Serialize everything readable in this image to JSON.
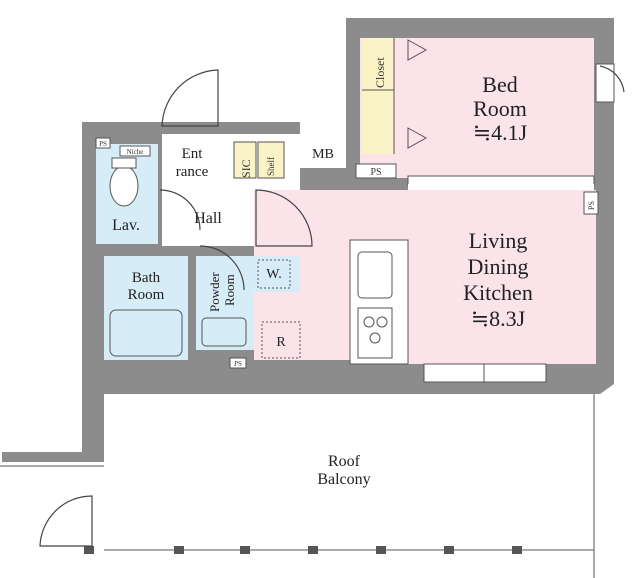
{
  "rooms": {
    "bedroom": {
      "name_line1": "Bed",
      "name_line2": "Room",
      "size": "≒4.1J"
    },
    "ldk": {
      "line1": "Living",
      "line2": "Dining",
      "line3": "Kitchen",
      "size": "≒8.3J"
    },
    "entrance": {
      "line1": "Ent",
      "line2": "rance"
    },
    "hall": "Hall",
    "lavatory": "Lav.",
    "bathroom": {
      "line1": "Bath",
      "line2": "Room"
    },
    "powder_room": {
      "line1": "Powder",
      "line2": "Room"
    },
    "roof_balcony": {
      "line1": "Roof",
      "line2": "Balcony"
    }
  },
  "fixtures": {
    "closet": "Closet",
    "sic": "SIC",
    "shelf": "Shelf",
    "mb": "MB",
    "ps_labels": [
      "PS",
      "PS",
      "PS",
      "PS"
    ],
    "niche": "Niche",
    "washer": "W.",
    "refrigerator": "R"
  },
  "colors": {
    "bedroom_fill": "#fbe3ea",
    "ldk_fill": "#fbe3ea",
    "wet_area_fill": "#d6ecf6",
    "closet_fill": "#fbf3c8",
    "wall": "#8c8c8c"
  }
}
